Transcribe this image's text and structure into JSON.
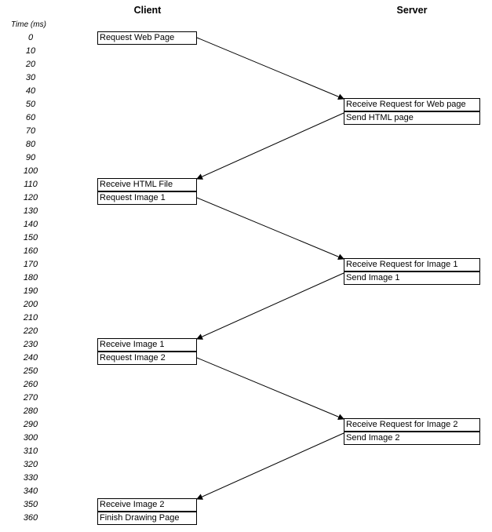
{
  "diagram": {
    "client_header": "Client",
    "server_header": "Server",
    "time_header": "Time (ms)",
    "time_ticks": [
      "0",
      "10",
      "20",
      "30",
      "40",
      "50",
      "60",
      "70",
      "80",
      "90",
      "100",
      "110",
      "120",
      "130",
      "140",
      "150",
      "160",
      "170",
      "180",
      "190",
      "200",
      "210",
      "220",
      "230",
      "240",
      "250",
      "260",
      "270",
      "280",
      "290",
      "300",
      "310",
      "320",
      "330",
      "340",
      "350",
      "360"
    ],
    "client_events": [
      {
        "label": "Request Web Page",
        "row": 0
      },
      {
        "label": "Receive HTML File",
        "row": 11
      },
      {
        "label": "Request Image 1",
        "row": 12
      },
      {
        "label": "Receive Image 1",
        "row": 23
      },
      {
        "label": "Request Image 2",
        "row": 24
      },
      {
        "label": "Receive Image 2",
        "row": 35
      },
      {
        "label": "Finish Drawing Page",
        "row": 36
      }
    ],
    "server_events": [
      {
        "label": "Receive Request for Web page",
        "row": 5
      },
      {
        "label": "Send HTML page",
        "row": 6
      },
      {
        "label": "Receive Request for Image 1",
        "row": 17
      },
      {
        "label": "Send Image 1",
        "row": 18
      },
      {
        "label": "Receive Request for Image 2",
        "row": 29
      },
      {
        "label": "Send Image 2",
        "row": 30
      }
    ],
    "messages": [
      {
        "from": "client",
        "from_row": 0,
        "to": "server",
        "to_row": 5
      },
      {
        "from": "server",
        "from_row": 6,
        "to": "client",
        "to_row": 11
      },
      {
        "from": "client",
        "from_row": 12,
        "to": "server",
        "to_row": 17
      },
      {
        "from": "server",
        "from_row": 18,
        "to": "client",
        "to_row": 23
      },
      {
        "from": "client",
        "from_row": 24,
        "to": "server",
        "to_row": 29
      },
      {
        "from": "server",
        "from_row": 30,
        "to": "client",
        "to_row": 35
      }
    ]
  }
}
